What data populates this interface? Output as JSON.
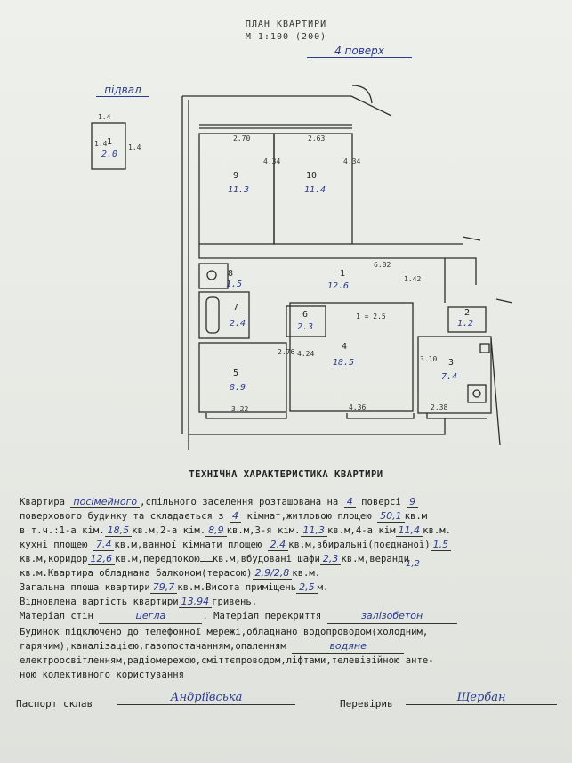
{
  "header": {
    "title": "ПЛАН КВАРТИРИ",
    "scale": "М 1:100 (200)",
    "floor_note": "4 поверх",
    "storage_label": "підвал"
  },
  "storage": {
    "num": "1",
    "area": "2.0",
    "dim_top": "1.4",
    "dim_left": "1.4",
    "dim_right": "1.4"
  },
  "rooms": [
    {
      "num": "9",
      "area": "11.3"
    },
    {
      "num": "10",
      "area": "11.4"
    },
    {
      "num": "8",
      "area": "1.5"
    },
    {
      "num": "1",
      "area": "12.6"
    },
    {
      "num": "7",
      "area": "2.4"
    },
    {
      "num": "6",
      "area": "2.3"
    },
    {
      "num": "4",
      "area": "18.5"
    },
    {
      "num": "2",
      "area": "1.2"
    },
    {
      "num": "5",
      "area": "8.9"
    },
    {
      "num": "3",
      "area": "7.4"
    }
  ],
  "dims": {
    "d1": "2.70",
    "d2": "2.63",
    "d3": "4.34",
    "d4": "4.34",
    "d5": "6.82",
    "d6": "1.42",
    "d7": "1 = 2.5",
    "d8": "2.76",
    "d9": "4.24",
    "d10": "3.10",
    "d11": "3.22",
    "d12": "4.36",
    "d13": "2.38"
  },
  "section_title": "ТЕХНІЧНА ХАРАКТЕРИСТИКА КВАРТИРИ",
  "text": {
    "l1a": "Квартира ",
    "l1b": "посімейного",
    "l1c": ",спільного заселення розташована на ",
    "l1d": "4",
    "l1e": " поверсі ",
    "l1f": "9",
    "l2a": "поверхового будинку та складається з ",
    "l2b": "4",
    "l2c": " кімнат,житловою площею ",
    "l2d": "50,1",
    "l2e": "кв.м",
    "l3a": "в т.ч.:1-а кім.",
    "l3b": "18,5",
    "l3c": "кв.м,2-а кім.",
    "l3d": "8,9",
    "l3e": "кв.м,3-я кім.",
    "l3f": "11,3",
    "l3g": "кв.м,4-а кім",
    "l3h": "11,4",
    "l3i": "кв.м.",
    "l4a": "кухні площею ",
    "l4b": "7,4",
    "l4c": "кв.м,ванної кімнати площею ",
    "l4d": "2,4",
    "l4e": "кв.м,вбиральні(поєднаної)",
    "l4f": "1,5",
    "l5a": "кв.м,коридор",
    "l5b": "12,6",
    "l5c": "кв.м,передпокою",
    "l5d": "",
    "l5e": "кв.м,вбудовані шафи",
    "l5f": "2,3",
    "l5g": "кв.м,веранди",
    "l5h": "1,2",
    "l6a": "кв.м.Квартира обладнана балконом(терасою)",
    "l6b": "2,9/2,8",
    "l6c": "кв.м.",
    "l7a": "Загальна площа квартири",
    "l7b": "79,7",
    "l7c": "кв.м.Висота приміщень",
    "l7d": "2,5",
    "l7e": "м.",
    "l8a": "Відновлена вартість квартири",
    "l8b": "13,94",
    "l8c": "гривень.",
    "l9a": "Матеріал стін",
    "l9b": "цегла",
    "l9c": "Матеріал перекриття",
    "l9d": "залізобетон",
    "l10": "Будинок підключено до телефонної мережі,обладнано водопроводом(холодним,",
    "l11": "гарячим),каналізацією,газопостачанням,опаленням",
    "l11b": "водяне",
    "l12": "електроосвітленням,радіомережою,сміттєпроводом,ліфтами,телевізійною анте-",
    "l13": "ною колективного користування"
  },
  "sign": {
    "left_label": "Паспорт склав",
    "left_sig": "Андріївська",
    "right_label": "Перевірив",
    "right_sig": "Щербан"
  }
}
